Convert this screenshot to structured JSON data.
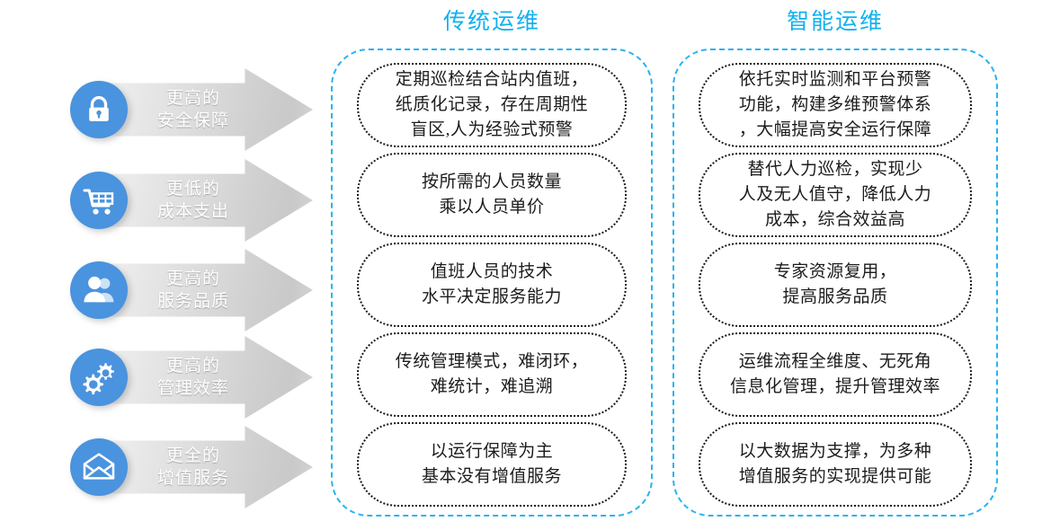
{
  "colors": {
    "icon_badge_blue": "#4a93de",
    "heading_blue": "#10b1f0",
    "frame_dash_blue": "#2ab3f0",
    "card_dot_black": "#1a1a1a",
    "arrow_label_white": "#ffffff"
  },
  "arrow_rows": [
    {
      "icon": "lock-icon",
      "label": "更高的\n安全保障"
    },
    {
      "icon": "shopping-cart-icon",
      "label": "更低的\n成本支出"
    },
    {
      "icon": "people-icon",
      "label": "更高的\n服务品质"
    },
    {
      "icon": "gears-icon",
      "label": "更高的\n管理效率"
    },
    {
      "icon": "envelope-icon",
      "label": "更全的\n增值服务"
    }
  ],
  "columns": [
    {
      "heading": "传统运维",
      "cards": [
        "定期巡检结合站内值班，\n纸质化记录，存在周期性\n盲区,人为经验式预警",
        "按所需的人员数量\n乘以人员单价",
        "值班人员的技术\n水平决定服务能力",
        "传统管理模式，难闭环，\n难统计，难追溯",
        "以运行保障为主\n基本没有增值服务"
      ]
    },
    {
      "heading": "智能运维",
      "cards": [
        "依托实时监测和平台预警\n功能，构建多维预警体系\n，大幅提高安全运行保障",
        "替代人力巡检，实现少\n人及无人值守，降低人力\n成本，综合效益高",
        "专家资源复用，\n提高服务品质",
        "运维流程全维度、无死角\n信息化管理，提升管理效率",
        "以大数据为支撑，为多种\n增值服务的实现提供可能"
      ]
    }
  ]
}
